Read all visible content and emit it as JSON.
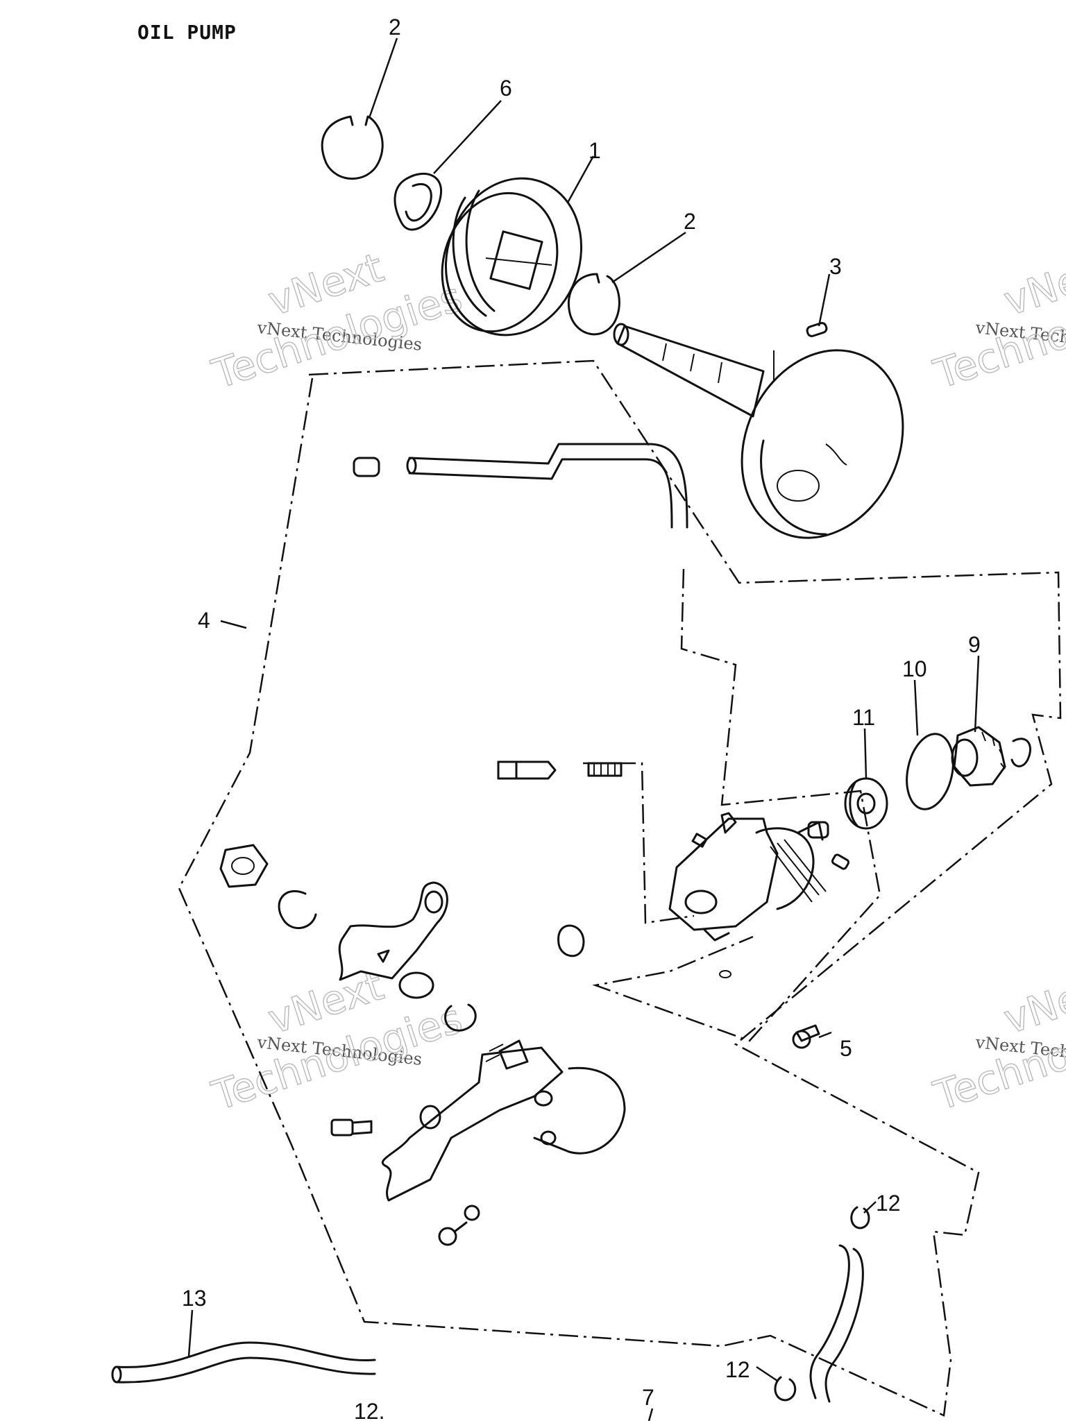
{
  "title": "OIL PUMP",
  "watermark": {
    "brand": "vNext",
    "line": "vNext Technologies",
    "word": "Technologies"
  },
  "callouts": {
    "c1": "1",
    "c2a": "2",
    "c2b": "2",
    "c3": "3",
    "c4": "4",
    "c5": "5",
    "c6": "6",
    "c7": "7",
    "c9": "9",
    "c10": "10",
    "c11": "11",
    "c12a": "12",
    "c12b": "12",
    "c12c": "12.",
    "c13": "13"
  },
  "colors": {
    "ink": "#111111",
    "watermark": "#bdbdbd",
    "background": "#ffffff"
  }
}
